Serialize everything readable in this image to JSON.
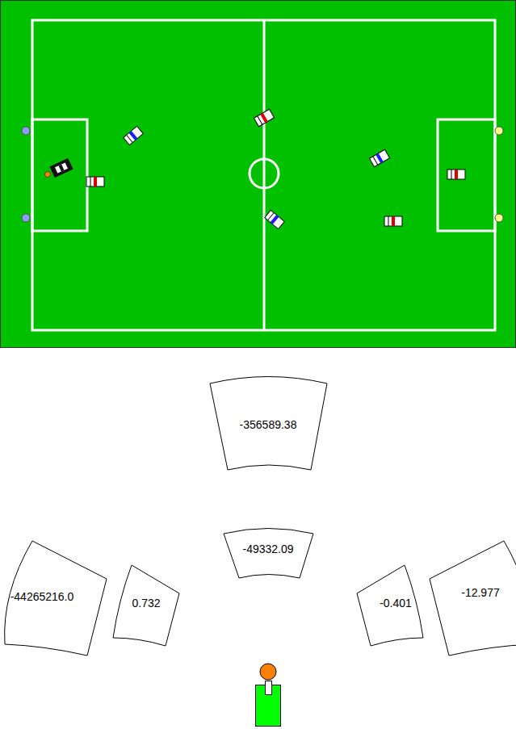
{
  "diagram": {
    "nodes": [
      {
        "text": [
          "-356589.38"
        ]
      },
      {
        "text": [
          "-49332.09"
        ]
      },
      {
        "text": [
          "-44265216.0"
        ]
      },
      {
        "text": [
          "0.732"
        ]
      },
      {
        "text": [
          "-0.401"
        ]
      },
      {
        "text": [
          "-12.977"
        ]
      }
    ]
  }
}
